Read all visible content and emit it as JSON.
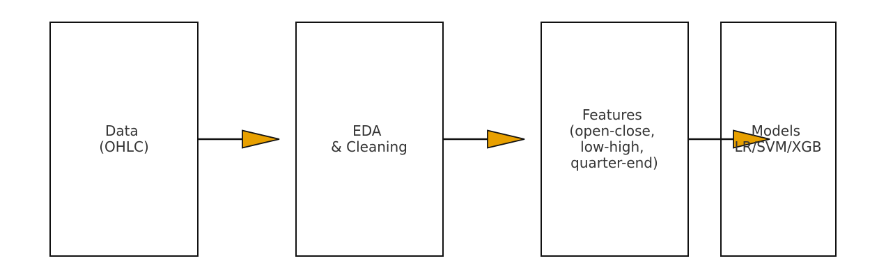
{
  "diagram": {
    "nodes": [
      {
        "id": "data",
        "lines": [
          "Data",
          "(OHLC)"
        ]
      },
      {
        "id": "eda",
        "lines": [
          "EDA",
          "& Cleaning"
        ]
      },
      {
        "id": "features",
        "lines": [
          "Features",
          "(open-close,",
          "low-high,",
          "quarter-end)"
        ]
      },
      {
        "id": "models",
        "lines": [
          "Models",
          "LR/SVM/XGB"
        ]
      }
    ],
    "edges": [
      {
        "from": "data",
        "to": "eda"
      },
      {
        "from": "eda",
        "to": "features"
      },
      {
        "from": "features",
        "to": "models"
      }
    ],
    "colors": {
      "arrowhead": "#e8a000",
      "stroke": "#111111",
      "text": "#333333"
    }
  }
}
